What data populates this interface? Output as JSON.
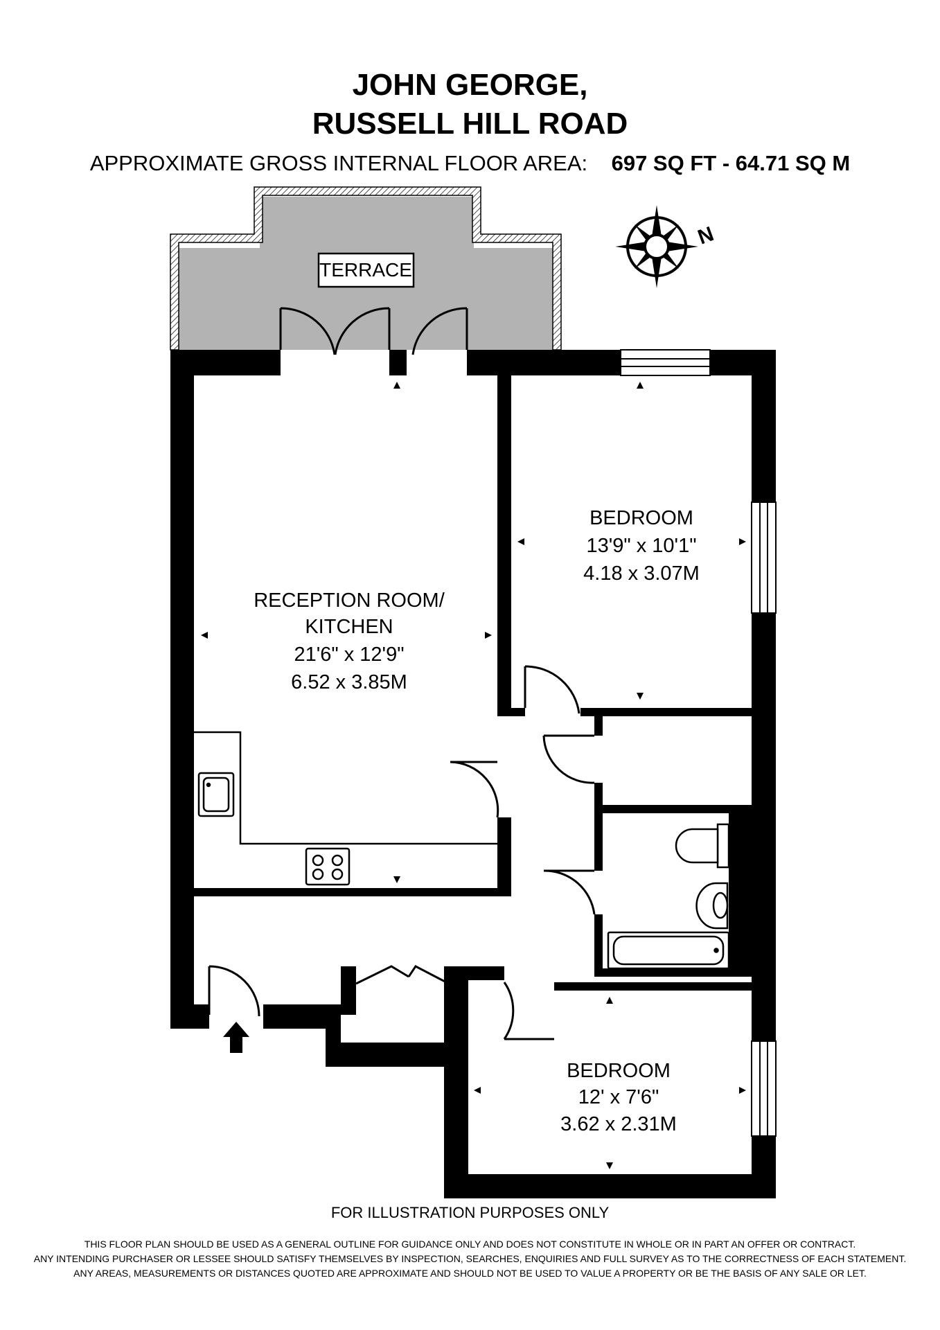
{
  "header": {
    "title_line1": "JOHN GEORGE,",
    "title_line2": "RUSSELL HILL ROAD",
    "area_label": "APPROXIMATE GROSS INTERNAL FLOOR AREA:",
    "area_value": "697 SQ FT  -  64.71 SQ M"
  },
  "rooms": {
    "terrace": "TERRACE",
    "reception": {
      "name1": "RECEPTION ROOM/",
      "name2": "KITCHEN",
      "imperial": "21'6\" x 12'9\"",
      "metric": "6.52 x 3.85M"
    },
    "bedroom1": {
      "name": "BEDROOM",
      "imperial": "13'9\" x 10'1\"",
      "metric": "4.18 x 3.07M"
    },
    "bedroom2": {
      "name": "BEDROOM",
      "imperial": "12' x 7'6\"",
      "metric": "3.62 x 2.31M"
    }
  },
  "compass": {
    "north_label": "N",
    "icon": "compass-rose-icon"
  },
  "footer": {
    "illustration_note": "FOR ILLUSTRATION PURPOSES ONLY",
    "disclaimer_line1": "THIS FLOOR PLAN SHOULD BE USED AS A GENERAL OUTLINE FOR GUIDANCE ONLY AND DOES NOT CONSTITUTE IN WHOLE OR IN PART AN OFFER OR CONTRACT.",
    "disclaimer_line2": "ANY INTENDING PURCHASER OR LESSEE SHOULD SATISFY THEMSELVES BY INSPECTION, SEARCHES, ENQUIRIES AND FULL SURVEY AS TO THE CORRECTNESS OF EACH STATEMENT.",
    "disclaimer_line3": "ANY AREAS, MEASUREMENTS OR DISTANCES QUOTED ARE APPROXIMATE AND SHOULD NOT BE USED TO VALUE A PROPERTY OR BE THE BASIS OF ANY SALE OR LET."
  },
  "colors": {
    "wall": "#000000",
    "terrace_fill": "#b3b3b3",
    "background": "#ffffff"
  }
}
